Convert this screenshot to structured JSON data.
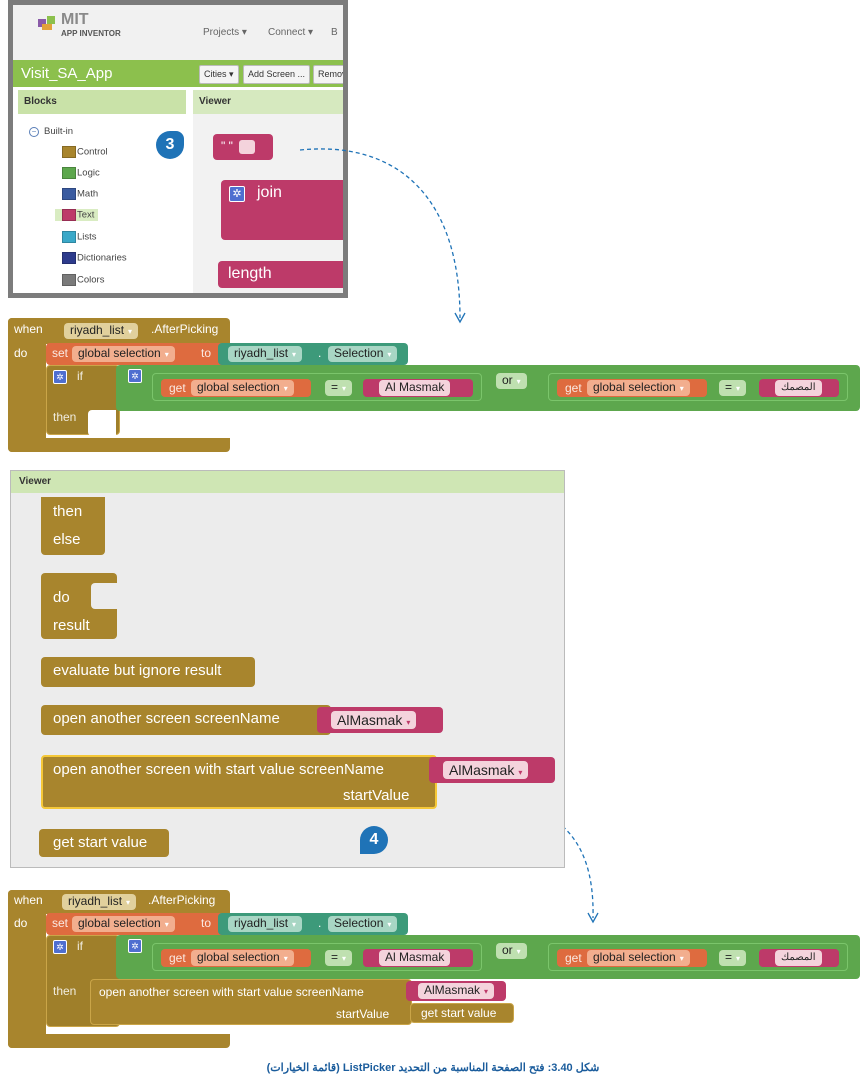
{
  "app": {
    "brand": "MIT",
    "brand_sub": "APP INVENTOR",
    "menus": [
      "Projects ▾",
      "Connect ▾",
      "B"
    ],
    "project_name": "Visit_SA_App",
    "buttons": [
      "Cities ▾",
      "Add Screen ...",
      "Remov"
    ],
    "blocks_header": "Blocks",
    "viewer_header": "Viewer",
    "tree_root": "Built-in",
    "categories": [
      {
        "label": "Control",
        "color": "#a8852d"
      },
      {
        "label": "Logic",
        "color": "#5da74d"
      },
      {
        "label": "Math",
        "color": "#3a5ba0"
      },
      {
        "label": "Text",
        "color": "#bd3a69"
      },
      {
        "label": "Lists",
        "color": "#3aa8c8"
      },
      {
        "label": "Dictionaries",
        "color": "#2d3b8c"
      },
      {
        "label": "Colors",
        "color": "#7a7a7a"
      }
    ],
    "text_blocks": {
      "join": "join",
      "length": "length",
      "quote": "\" \""
    }
  },
  "badges": {
    "step3": "3",
    "step4": "4"
  },
  "event1": {
    "when": "when",
    "component": "riyadh_list",
    "event": ".AfterPicking",
    "do": "do",
    "set": "set",
    "var": "global selection",
    "to": "to",
    "comp2": "riyadh_list",
    "dot": ".",
    "prop": "Selection",
    "if": "if",
    "then": "then",
    "get": "get",
    "get_var": "global selection",
    "eq": "=",
    "val1": "Al Masmak",
    "or": "or",
    "val2": "المصمك"
  },
  "viewer2": {
    "header": "Viewer",
    "then": "then",
    "else": "else",
    "do": "do",
    "result": "result",
    "evaluate": "evaluate but ignore result",
    "open_screen": "open another screen  screenName",
    "open_screen_val": "AlMasmak",
    "open_start": "open another screen with start value  screenName",
    "open_start_val": "AlMasmak",
    "start_value": "startValue",
    "get_start": "get start value"
  },
  "event2": {
    "open_start": "open another screen with start value  screenName",
    "screen_val": "AlMasmak",
    "start_value": "startValue",
    "get_start": "get start value"
  },
  "caption": "شكل 3.40: فتح الصفحة المناسبة من التحديد ListPicker (قائمة الخيارات)",
  "colors": {
    "control": "#a8852d",
    "variable": "#de6b3f",
    "component": "#3d9a7a",
    "logic": "#5da74d",
    "text": "#bd3a69",
    "badge": "#1f73b7"
  }
}
